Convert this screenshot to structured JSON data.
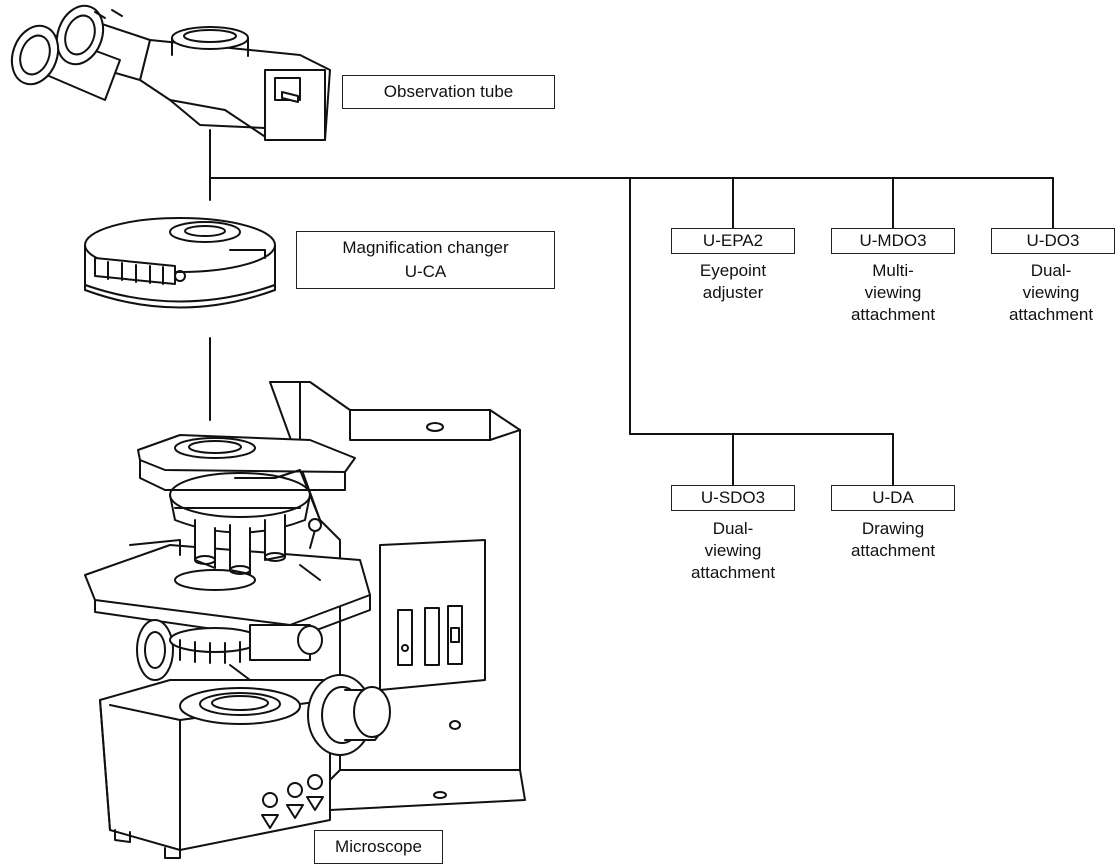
{
  "labels": {
    "observation_tube": "Observation tube",
    "magnification_changer_line1": "Magnification changer",
    "magnification_changer_line2": "U-CA",
    "microscope": "Microscope"
  },
  "attachments_top": [
    {
      "model": "U-EPA2",
      "desc": [
        "Eyepoint",
        "adjuster"
      ]
    },
    {
      "model": "U-MDO3",
      "desc": [
        "Multi-",
        "viewing",
        "attachment"
      ]
    },
    {
      "model": "U-DO3",
      "desc": [
        "Dual-",
        "viewing",
        "attachment"
      ]
    }
  ],
  "attachments_bottom": [
    {
      "model": "U-SDO3",
      "desc": [
        "Dual-",
        "viewing",
        "attachment"
      ]
    },
    {
      "model": "U-DA",
      "desc": [
        "Drawing",
        "attachment"
      ]
    }
  ]
}
